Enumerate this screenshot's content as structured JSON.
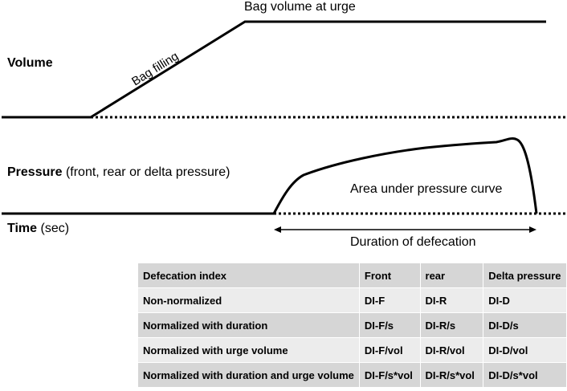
{
  "labels": {
    "volume": "Volume",
    "pressure_bold": "Pressure",
    "pressure_rest": " (front, rear or delta pressure)",
    "time_bold": "Time",
    "time_rest": " (sec)",
    "bag_volume_at_urge": "Bag volume at urge",
    "bag_filling": "Bag filling",
    "area_under_curve": "Area under pressure curve",
    "duration_of_defecation": "Duration of defecation"
  },
  "table": {
    "header": [
      "Defecation index",
      "Front",
      "rear",
      "Delta pressure"
    ],
    "rows": [
      [
        "Non-normalized",
        "DI-F",
        "DI-R",
        "DI-D"
      ],
      [
        "Normalized with duration",
        "DI-F/s",
        "DI-R/s",
        "DI-D/s"
      ],
      [
        "Normalized with urge volume",
        "DI-F/vol",
        "DI-R/vol",
        "DI-D/vol"
      ],
      [
        "Normalized with duration and urge volume",
        "DI-F/s*vol",
        "DI-R/s*vol",
        "DI-D/s*vol"
      ]
    ]
  }
}
